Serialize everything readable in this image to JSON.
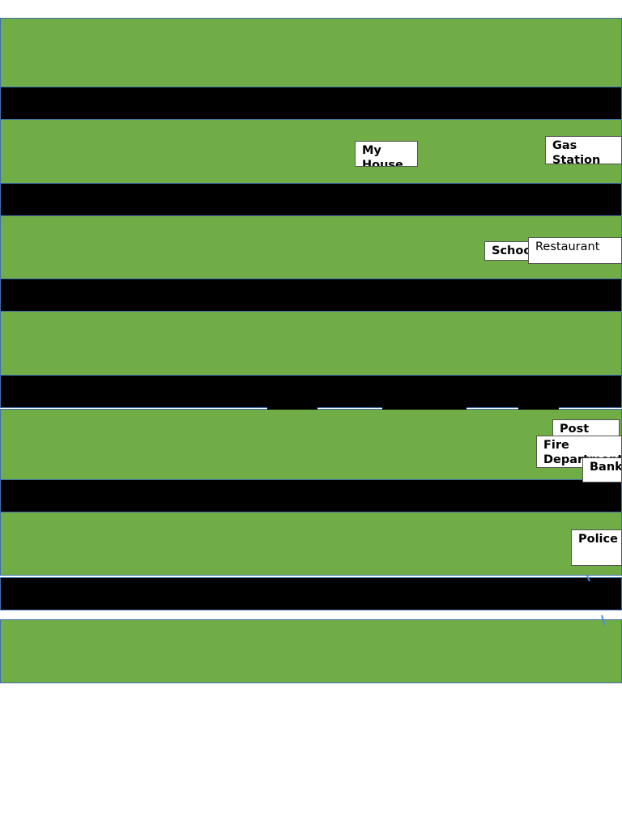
{
  "colors": {
    "block_green": "#70ad47",
    "road_black": "#000000",
    "block_edge": "#3d6fa8",
    "path_blue": "#4a90d9"
  },
  "places": {
    "my_house": "My House",
    "gas_station": "Gas Station",
    "school": "School",
    "restaurant": "Restaurant",
    "post": "Post",
    "fire_department": "Fire Department",
    "bank": "Bank",
    "police": "Police"
  }
}
